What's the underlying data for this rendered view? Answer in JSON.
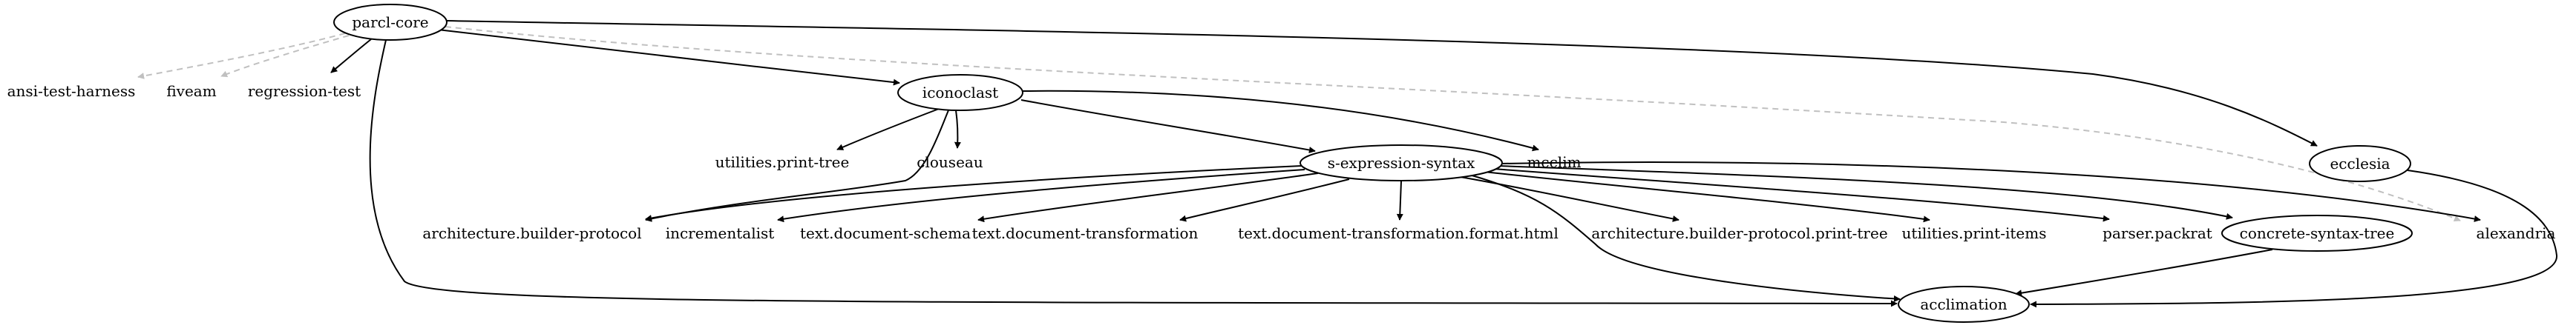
{
  "graph": {
    "nodes": [
      {
        "id": "parcl-core",
        "label": "parcl-core",
        "ellipse": true
      },
      {
        "id": "ansi-test-harness",
        "label": "ansi-test-harness",
        "ellipse": false
      },
      {
        "id": "fiveam",
        "label": "fiveam",
        "ellipse": false
      },
      {
        "id": "regression-test",
        "label": "regression-test",
        "ellipse": false
      },
      {
        "id": "iconoclast",
        "label": "iconoclast",
        "ellipse": true
      },
      {
        "id": "ecclesia",
        "label": "ecclesia",
        "ellipse": true
      },
      {
        "id": "utilities.print-tree",
        "label": "utilities.print-tree",
        "ellipse": false
      },
      {
        "id": "clouseau",
        "label": "clouseau",
        "ellipse": false
      },
      {
        "id": "s-expression-syntax",
        "label": "s-expression-syntax",
        "ellipse": true
      },
      {
        "id": "mcclim",
        "label": "mcclim",
        "ellipse": false
      },
      {
        "id": "architecture.builder-protocol",
        "label": "architecture.builder-protocol",
        "ellipse": false
      },
      {
        "id": "incrementalist",
        "label": "incrementalist",
        "ellipse": false
      },
      {
        "id": "text.document-schema",
        "label": "text.document-schema",
        "ellipse": false
      },
      {
        "id": "text.document-transformation",
        "label": "text.document-transformation",
        "ellipse": false
      },
      {
        "id": "text.document-transformation.format.html",
        "label": "text.document-transformation.format.html",
        "ellipse": false
      },
      {
        "id": "architecture.builder-protocol.print-tree",
        "label": "architecture.builder-protocol.print-tree",
        "ellipse": false
      },
      {
        "id": "utilities.print-items",
        "label": "utilities.print-items",
        "ellipse": false
      },
      {
        "id": "parser.packrat",
        "label": "parser.packrat",
        "ellipse": false
      },
      {
        "id": "concrete-syntax-tree",
        "label": "concrete-syntax-tree",
        "ellipse": true
      },
      {
        "id": "alexandria",
        "label": "alexandria",
        "ellipse": false
      },
      {
        "id": "acclimation",
        "label": "acclimation",
        "ellipse": true
      }
    ],
    "edges": [
      {
        "from": "parcl-core",
        "to": "ansi-test-harness",
        "style": "dashed"
      },
      {
        "from": "parcl-core",
        "to": "fiveam",
        "style": "dashed"
      },
      {
        "from": "parcl-core",
        "to": "regression-test",
        "style": "solid"
      },
      {
        "from": "parcl-core",
        "to": "iconoclast",
        "style": "solid"
      },
      {
        "from": "parcl-core",
        "to": "ecclesia",
        "style": "solid"
      },
      {
        "from": "parcl-core",
        "to": "alexandria",
        "style": "dashed"
      },
      {
        "from": "parcl-core",
        "to": "acclimation",
        "style": "solid"
      },
      {
        "from": "iconoclast",
        "to": "utilities.print-tree",
        "style": "solid"
      },
      {
        "from": "iconoclast",
        "to": "clouseau",
        "style": "solid"
      },
      {
        "from": "iconoclast",
        "to": "architecture.builder-protocol",
        "style": "solid"
      },
      {
        "from": "iconoclast",
        "to": "s-expression-syntax",
        "style": "solid"
      },
      {
        "from": "iconoclast",
        "to": "mcclim",
        "style": "solid"
      },
      {
        "from": "s-expression-syntax",
        "to": "architecture.builder-protocol",
        "style": "solid"
      },
      {
        "from": "s-expression-syntax",
        "to": "incrementalist",
        "style": "solid"
      },
      {
        "from": "s-expression-syntax",
        "to": "text.document-schema",
        "style": "solid"
      },
      {
        "from": "s-expression-syntax",
        "to": "text.document-transformation",
        "style": "solid"
      },
      {
        "from": "s-expression-syntax",
        "to": "text.document-transformation.format.html",
        "style": "solid"
      },
      {
        "from": "s-expression-syntax",
        "to": "architecture.builder-protocol.print-tree",
        "style": "solid"
      },
      {
        "from": "s-expression-syntax",
        "to": "utilities.print-items",
        "style": "solid"
      },
      {
        "from": "s-expression-syntax",
        "to": "parser.packrat",
        "style": "solid"
      },
      {
        "from": "s-expression-syntax",
        "to": "concrete-syntax-tree",
        "style": "solid"
      },
      {
        "from": "s-expression-syntax",
        "to": "alexandria",
        "style": "solid"
      },
      {
        "from": "s-expression-syntax",
        "to": "acclimation",
        "style": "solid"
      },
      {
        "from": "ecclesia",
        "to": "acclimation",
        "style": "solid"
      },
      {
        "from": "concrete-syntax-tree",
        "to": "acclimation",
        "style": "solid"
      }
    ]
  }
}
